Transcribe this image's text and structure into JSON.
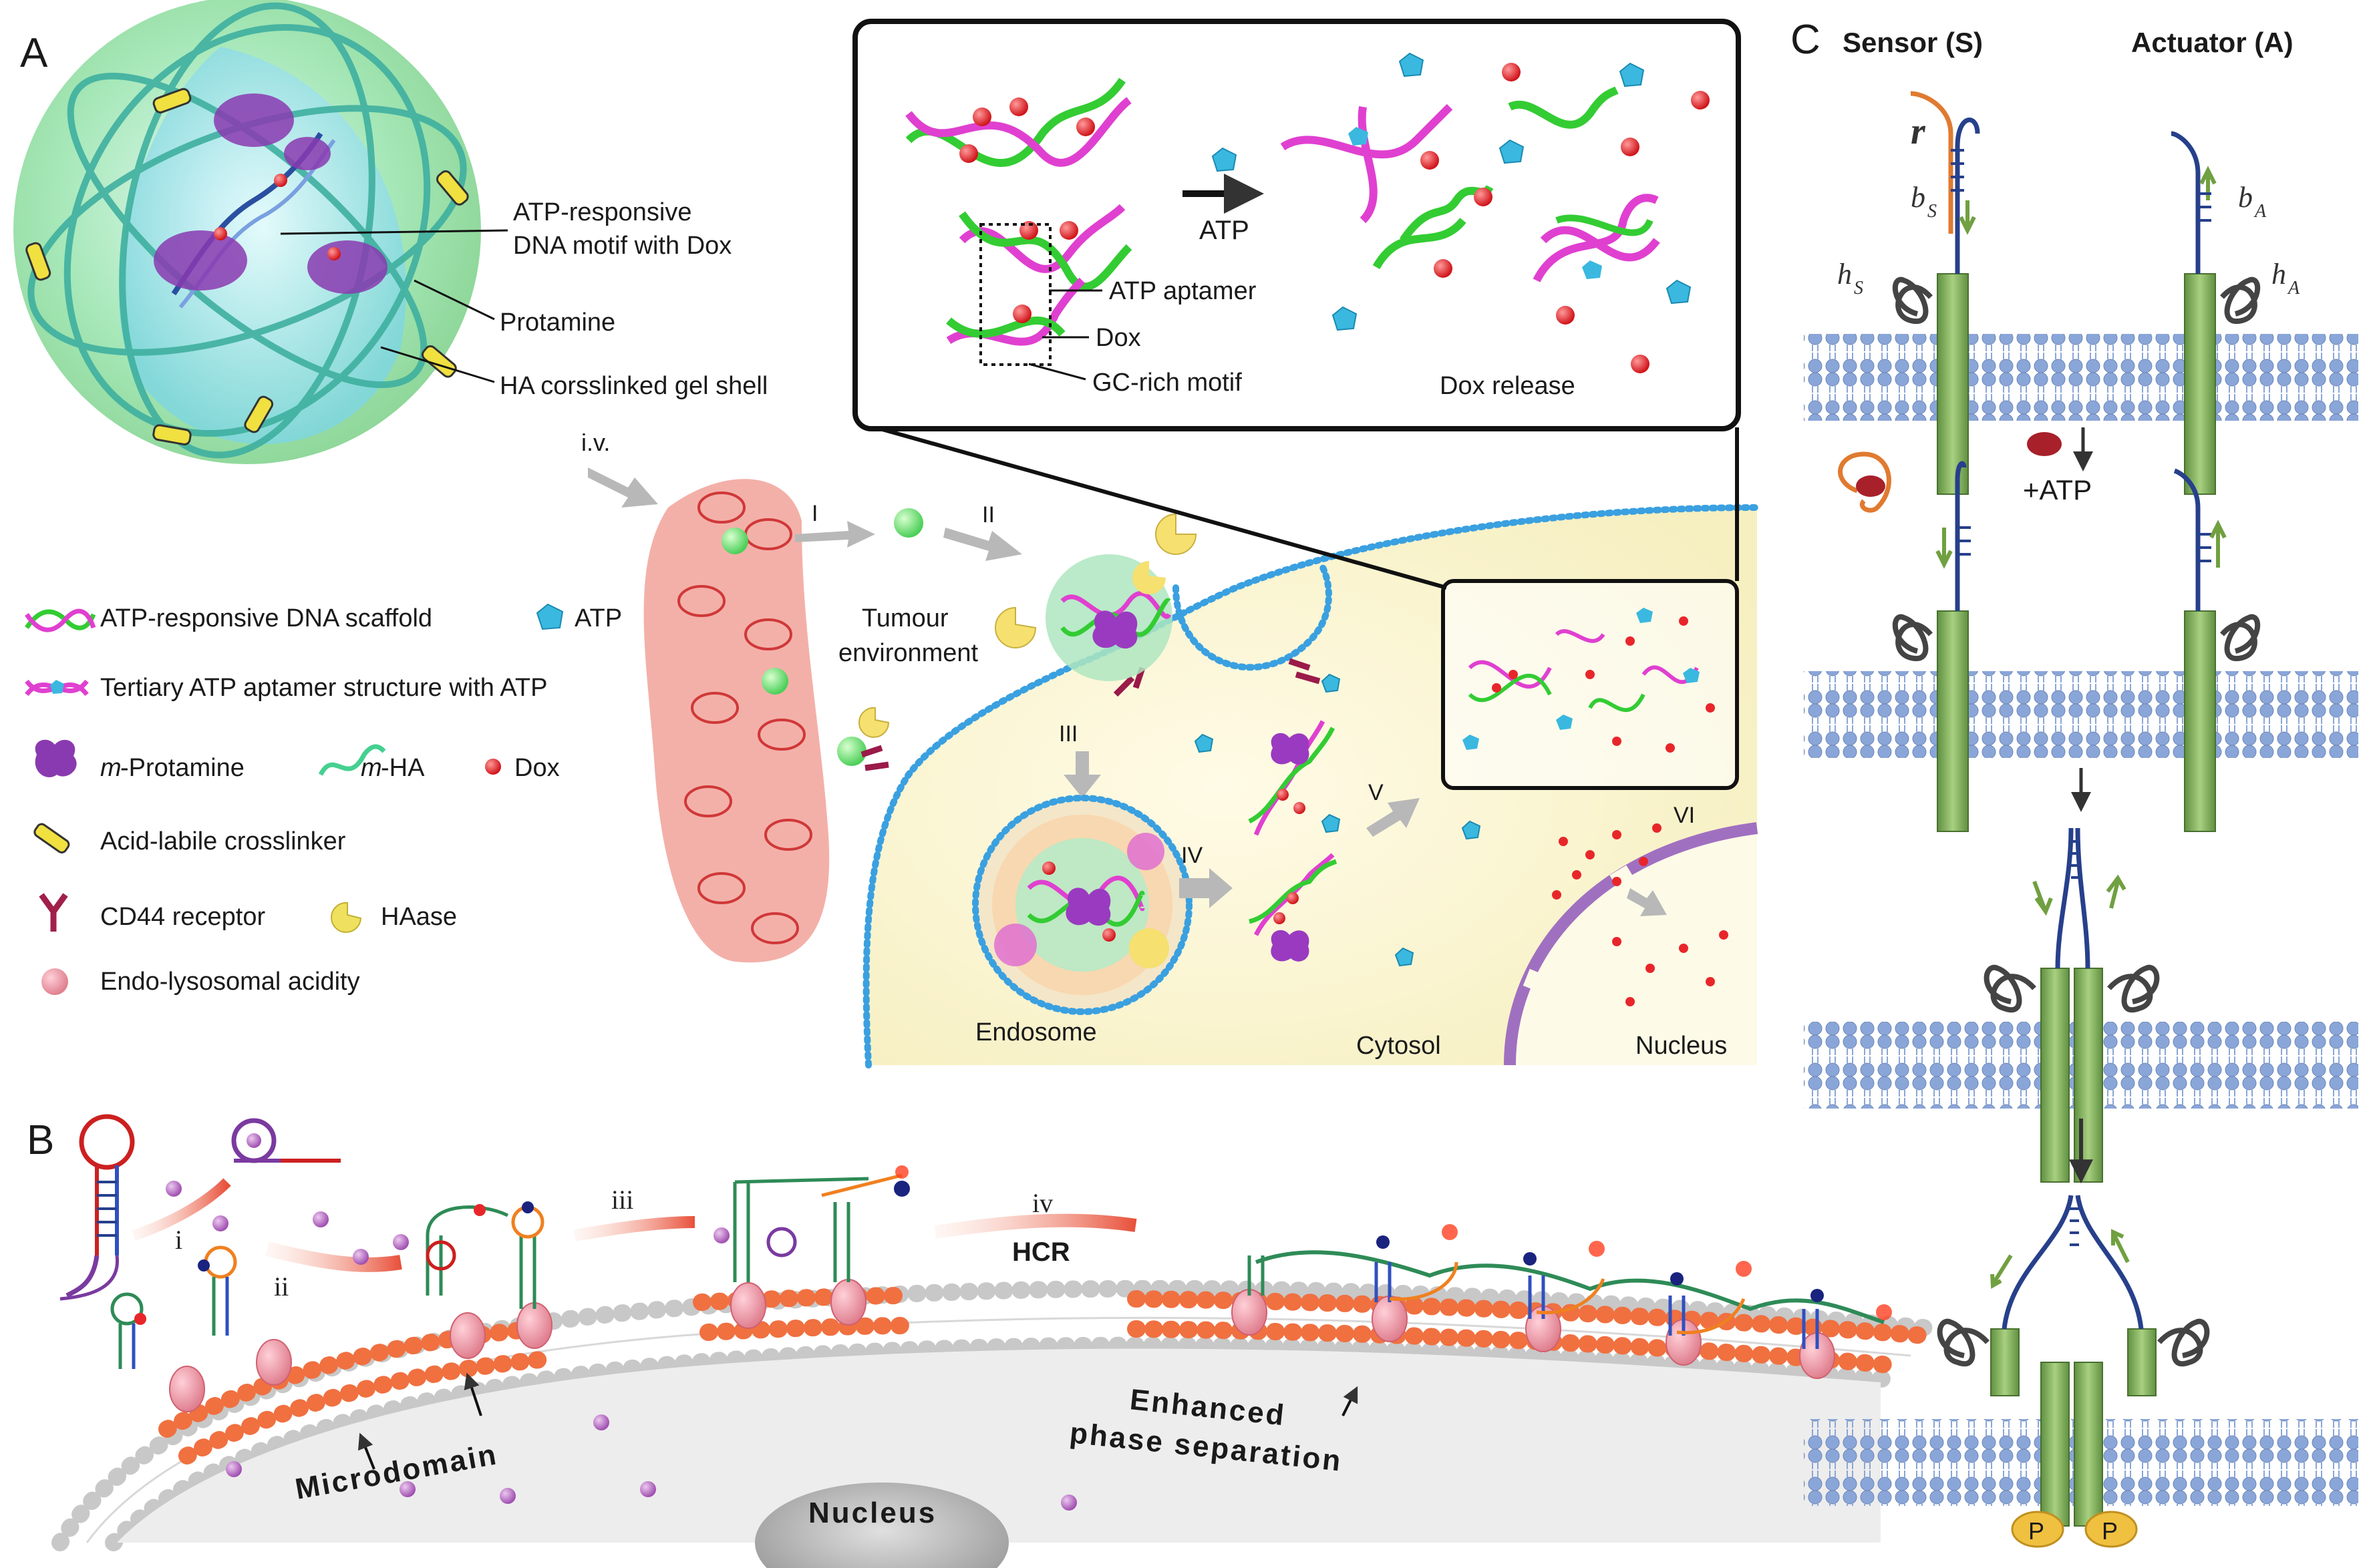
{
  "panels": {
    "a": {
      "letter": "A",
      "callouts": {
        "motif_line1": "ATP-responsive",
        "motif_line2": "DNA motif with Dox",
        "protamine": "Protamine",
        "shell": "HA corsslinked gel shell"
      },
      "legend": {
        "scaffold": "ATP-responsive DNA scaffold",
        "atp": "ATP",
        "tertiary": "Tertiary ATP aptamer structure with ATP",
        "m_prefix": "m",
        "protamine_suffix": "-Protamine",
        "ha_suffix": "-HA",
        "dox": "Dox",
        "crosslinker": "Acid-labile crosslinker",
        "cd44": "CD44 receptor",
        "haase": "HAase",
        "acidity": "Endo-lysosomal acidity"
      },
      "inset": {
        "atp": "ATP",
        "aptamer": "ATP aptamer",
        "dox": "Dox",
        "gc": "GC-rich motif",
        "release": "Dox release"
      },
      "route": {
        "iv": "i.v.",
        "s1": "I",
        "s2": "II",
        "s3": "III",
        "s4": "IV",
        "s5": "V",
        "s6": "VI",
        "tumour1": "Tumour",
        "tumour2": "environment",
        "endosome": "Endosome",
        "cytosol": "Cytosol",
        "nucleus": "Nucleus"
      }
    },
    "b": {
      "letter": "B",
      "steps": {
        "i": "i",
        "ii": "ii",
        "iii": "iii",
        "iv": "iv"
      },
      "hcr": "HCR",
      "microdomain": "Microdomain",
      "enhanced1": "Enhanced",
      "enhanced2": "phase separation",
      "nucleus": "Nucleus"
    },
    "c": {
      "letter": "C",
      "sensor": "Sensor (S)",
      "actuator": "Actuator (A)",
      "r": "r",
      "bs": "b",
      "bs_sub": "S",
      "ba": "b",
      "ba_sub": "A",
      "hs": "h",
      "hs_sub": "S",
      "ha": "h",
      "ha_sub": "A",
      "atp": "+ATP",
      "p1": "P",
      "p2": "P"
    }
  },
  "colors": {
    "green_sphere": "#a8e6a3",
    "cyan": "#5fc6e0",
    "magenta": "#e040d0",
    "dna_green": "#33cc33",
    "dox_red": "#e8262a",
    "cell": "#fbf6d4",
    "membrane_blue": "#3aa0e0",
    "vessel": "#f2a7a0",
    "lipid_blue": "#8aa6d8",
    "receptor_green": "#7fb05a",
    "strand_blue": "#27408b",
    "lipid_orange": "#f07040",
    "lipid_gray": "#c8c8c8"
  }
}
